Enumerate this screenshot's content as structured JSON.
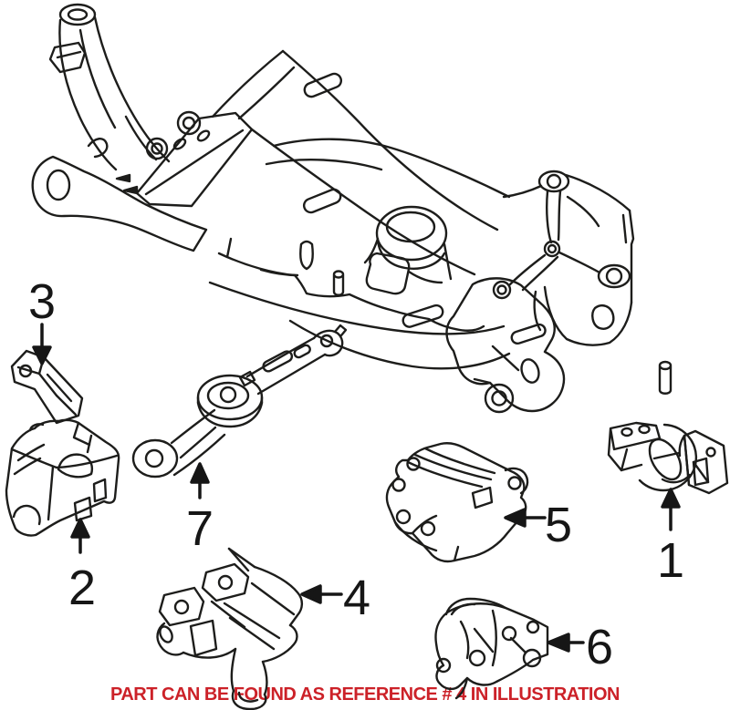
{
  "illustration": {
    "description": "engine-mount and subframe parts line-art diagram",
    "note": "PART CAN BE FOUND AS REFERENCE # 4 IN ILLUSTRATION",
    "colors": {
      "line": "#1d1d1b",
      "note_red": "#cc2128",
      "label": "#161616",
      "background": "#ffffff"
    },
    "callouts": [
      {
        "ref": "1",
        "arrow_direction": "up"
      },
      {
        "ref": "2",
        "arrow_direction": "up"
      },
      {
        "ref": "3",
        "arrow_direction": "down"
      },
      {
        "ref": "4",
        "arrow_direction": "left"
      },
      {
        "ref": "5",
        "arrow_direction": "left"
      },
      {
        "ref": "6",
        "arrow_direction": "left"
      },
      {
        "ref": "7",
        "arrow_direction": "up"
      }
    ]
  }
}
